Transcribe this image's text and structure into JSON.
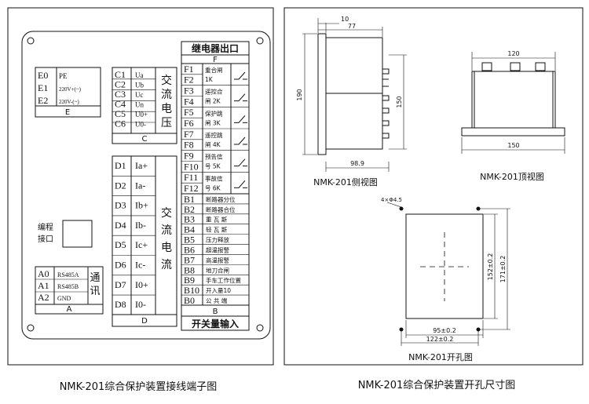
{
  "left_panel": {
    "caption": "NMK-201综合保护装置接线端子图",
    "block_E": {
      "label": "E",
      "rows": [
        {
          "code": "E0",
          "name": "PE"
        },
        {
          "code": "E1",
          "name": "220V+(~)"
        },
        {
          "code": "E2",
          "name": "220V-(~)"
        }
      ]
    },
    "block_C": {
      "label": "C",
      "group": [
        "交",
        "流",
        "电",
        "压"
      ],
      "rows": [
        {
          "code": "C1",
          "name": "Ua"
        },
        {
          "code": "C2",
          "name": "Ub"
        },
        {
          "code": "C3",
          "name": "Uc"
        },
        {
          "code": "C4",
          "name": "Un"
        },
        {
          "code": "C5",
          "name": "U0+"
        },
        {
          "code": "C6",
          "name": "U0-"
        }
      ]
    },
    "block_D": {
      "label": "D",
      "group": [
        "交",
        "流",
        "电",
        "流"
      ],
      "rows": [
        {
          "code": "D1",
          "name": "Ia+"
        },
        {
          "code": "D2",
          "name": "Ia-"
        },
        {
          "code": "D3",
          "name": "Ib+"
        },
        {
          "code": "D4",
          "name": "Ib-"
        },
        {
          "code": "D5",
          "name": "Ic+"
        },
        {
          "code": "D6",
          "name": "Ic-"
        },
        {
          "code": "D7",
          "name": "I0+"
        },
        {
          "code": "D8",
          "name": "I0-"
        }
      ]
    },
    "block_A": {
      "label": "A",
      "group": [
        "通",
        "讯"
      ],
      "rows": [
        {
          "code": "A0",
          "name": "RS485A"
        },
        {
          "code": "A1",
          "name": "RS485B"
        },
        {
          "code": "A2",
          "name": "GND"
        }
      ]
    },
    "programming_port": [
      "编程",
      "接口"
    ],
    "block_F": {
      "title": "继电器出口",
      "label": "F",
      "codes": [
        "F1",
        "F2",
        "F3",
        "F4",
        "F5",
        "F6",
        "F7",
        "F8",
        "F9",
        "F10",
        "F11",
        "F12"
      ],
      "relays": [
        {
          "top": "重合闸",
          "bottom": "1K"
        },
        {
          "top": "遥控合",
          "bottom": "闸 2K"
        },
        {
          "top": "保护跳",
          "bottom": "闸 3K"
        },
        {
          "top": "遥控跳",
          "bottom": "闸 4K"
        },
        {
          "top": "预告信",
          "bottom": "号 5K"
        },
        {
          "top": "事故信",
          "bottom": "号 6K"
        }
      ]
    },
    "block_B": {
      "label": "B",
      "footer": "开关量输入",
      "rows": [
        {
          "code": "B1",
          "name": "断路器分位"
        },
        {
          "code": "B2",
          "name": "断路器合位"
        },
        {
          "code": "B3",
          "name": "重 瓦 斯"
        },
        {
          "code": "B4",
          "name": "轻 瓦 斯"
        },
        {
          "code": "B5",
          "name": "压力释放"
        },
        {
          "code": "B6",
          "name": "超温报警"
        },
        {
          "code": "B7",
          "name": "高温报警"
        },
        {
          "code": "B8",
          "name": "地刀合闸"
        },
        {
          "code": "B9",
          "name": "手车工作位置"
        },
        {
          "code": "B10",
          "name": "开入量10"
        },
        {
          "code": "B0",
          "name": "公 共 端"
        }
      ]
    }
  },
  "right_panel": {
    "caption": "NMK-201综合保护装置开孔尺寸图",
    "side_view": {
      "label": "NMK-201侧视图",
      "dims": {
        "d10": "10",
        "d77": "77",
        "d190": "190",
        "d150": "150",
        "d98_9": "98.9"
      }
    },
    "top_view": {
      "label": "NMK-201顶视图",
      "dims": {
        "d120": "120",
        "d150": "150"
      }
    },
    "cutout_view": {
      "label": "NMK-201开孔图",
      "dims": {
        "holes": "4×Φ4.5",
        "h152": "152±0.2",
        "h171": "171±0.2",
        "w95": "95±0.2",
        "w122": "122±0.2"
      }
    }
  }
}
